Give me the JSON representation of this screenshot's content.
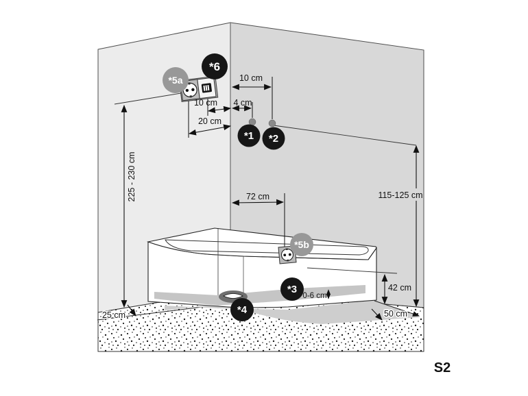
{
  "figure_code": "S2",
  "colors": {
    "wall_left": "#ececec",
    "wall_right": "#d8d8d8",
    "callout_dark": "#161616",
    "callout_gray": "#989898",
    "band_gray": "#c5c5c5",
    "platform_gray": "#cecece",
    "drain_gray": "#6f6f6f",
    "accent_red": "#c62a38"
  },
  "callouts": {
    "c1": "*1",
    "c2": "*2",
    "c3": "*3",
    "c4": "*4",
    "c5a": "*5a",
    "c5b": "*5b",
    "c6": "*6"
  },
  "measurements": {
    "corner_to_point2": "10 cm",
    "outlet_right_to_corner": "10 cm",
    "corner_to_point1": "4 cm",
    "outlet_left_to_corner": "20 cm",
    "outlet_height": "225 - 230 cm",
    "wall_connection_height": "115-125 cm",
    "corner_to_deck_socket": "72 cm",
    "tub_rim_height": "42 cm",
    "feet_adjust_range": "0-6 cm",
    "left_wall_clearance": "25 cm",
    "right_wall_clearance": "50 cm"
  }
}
